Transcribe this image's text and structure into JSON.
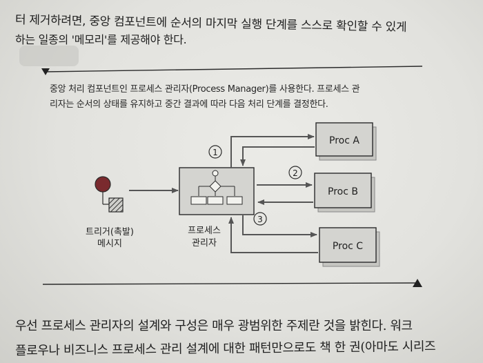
{
  "body": {
    "line1": "터 제거하려면, 중앙 컴포넌트에 순서의 마지막 실행 단계를 스스로 확인할 수 있게",
    "line2": "하는 일종의 '메모리'를 제공해야 한다.",
    "line3": "우선 프로세스 관리자의 설계와 구성은 매우 광범위한 주제란 것을 밝힌다. 워크",
    "line4": "플로우나 비즈니스 프로세스 관리 설계에 대한 패턴만으로도 책 한 권(아마도 시리즈"
  },
  "caption": {
    "line1": "중앙 처리 컴포넌트인 프로세스 관리자(Process Manager)를 사용한다. 프로세스 관",
    "line2": "리자는 순서의 상태를 유지하고 중간 결과에 따라 다음 처리 단계를 결정한다."
  },
  "diagram": {
    "trigger_label_1": "트리거(촉발)",
    "trigger_label_2": "메시지",
    "manager_label_1": "프로세스",
    "manager_label_2": "관리자",
    "proc_a": "Proc A",
    "proc_b": "Proc B",
    "proc_c": "Proc C",
    "step_1": "1",
    "step_2": "2",
    "step_3": "3"
  },
  "colors": {
    "box_fill": "#d4d4d0",
    "line": "#2a2a2a",
    "arrow": "#555555",
    "trigger_circle": "#7a2a2e"
  }
}
